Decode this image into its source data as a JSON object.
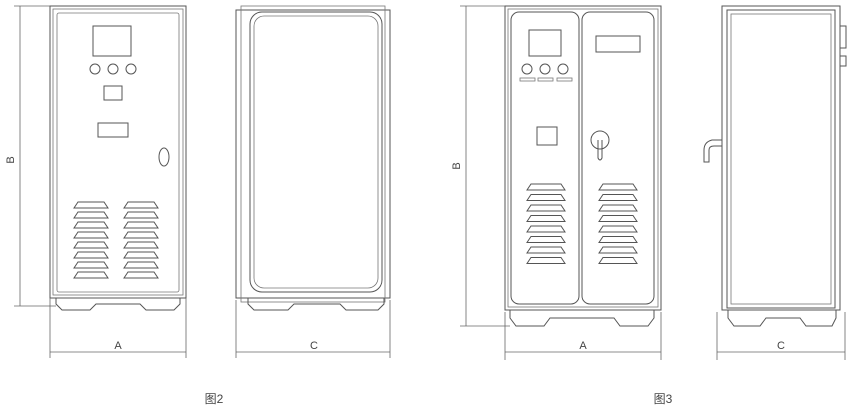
{
  "figures": [
    {
      "caption": "图2",
      "front": {
        "width_label": "A",
        "height_label": "B"
      },
      "side": {
        "width_label": "C"
      }
    },
    {
      "caption": "图3",
      "front": {
        "width_label": "A",
        "height_label": "B"
      },
      "side": {
        "width_label": "C"
      }
    }
  ],
  "colors": {
    "line": "#555555",
    "background": "#ffffff"
  }
}
